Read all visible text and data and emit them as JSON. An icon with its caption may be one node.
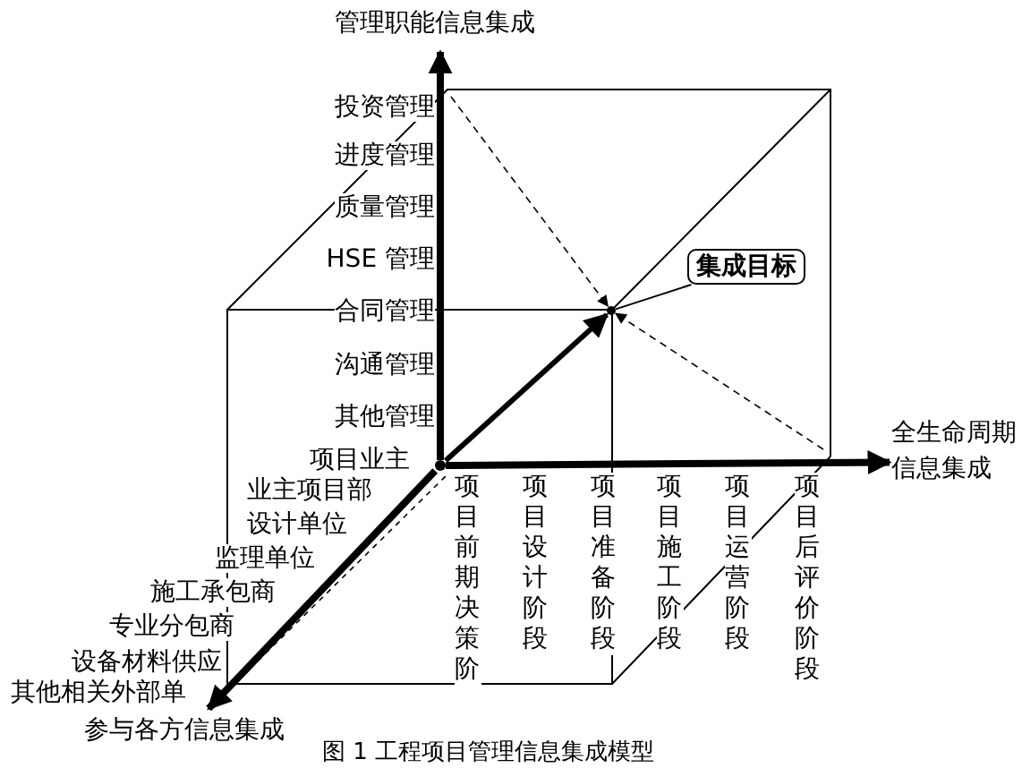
{
  "diagram": {
    "caption": "图 1 工程项目管理信息集成模型",
    "nodes": [
      {
        "text": [
          "管理职能信息集成"
        ]
      },
      {
        "text": [
          "全生命周期信息集成"
        ]
      },
      {
        "text": [
          "参与各方信息集成"
        ]
      },
      {
        "text": [
          "集成目标"
        ]
      },
      {
        "text": [],
        "shape": "point"
      },
      {
        "text": [],
        "shape": "point"
      }
    ],
    "edges": [
      {
        "from": 5,
        "to": 4,
        "arrow": "to"
      },
      {
        "from": null,
        "to": 4,
        "arrow": "to",
        "style": "dashed"
      },
      {
        "from": null,
        "to": 4,
        "arrow": "to",
        "style": "dashed"
      },
      {
        "from": 3,
        "to": 4,
        "arrow": "none"
      },
      {
        "from": 5,
        "to": 0,
        "arrow": "to"
      },
      {
        "from": 5,
        "to": 1,
        "arrow": "to"
      },
      {
        "from": 5,
        "to": 2,
        "arrow": "to"
      }
    ],
    "labels": [
      "投资管理",
      "进度管理",
      "质量管理",
      "HSE 管理",
      "合同管理",
      "沟通管理",
      "其他管理",
      "项目业主",
      "业主项目部",
      "设计单位",
      "监理单位",
      "施工承包商",
      "专业分包商",
      "设备材料供应",
      "其他相关外部单",
      "项目前期决策阶",
      "项目设计阶段",
      "项目准备阶段",
      "项目施工阶段",
      "项目运营阶段",
      "项目后评价阶段"
    ]
  }
}
